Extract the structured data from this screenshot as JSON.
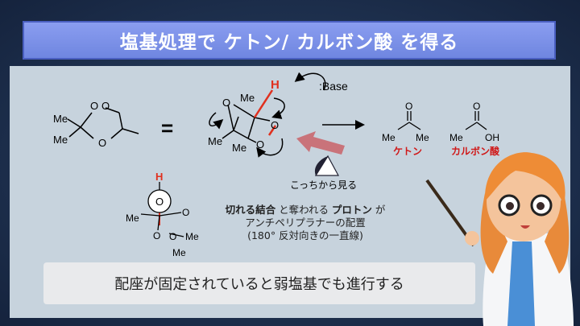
{
  "title": "塩基処理で ケトン/ カルボン酸 を得る",
  "diagram": {
    "o": "O",
    "me": "Me",
    "h": "H",
    "base": ":Base",
    "equals": "=",
    "ketone_label": "ケトン",
    "acid_label": "カルボン酸",
    "oh": "OH",
    "view_label": "こっちから見る"
  },
  "note": {
    "bond": "切れる結合",
    "and": " と奪われる ",
    "proton": "プロトン",
    "ga": " が",
    "line2": "アンチペリプラナーの配置",
    "line3": "(180° 反対向きの一直線)"
  },
  "banner": "配座が固定されていると弱塩基でも進行する",
  "colors": {
    "accent_red": "#e0301e",
    "arrow_pink": "#c9737a",
    "title_blue": "#7a8fe6"
  }
}
